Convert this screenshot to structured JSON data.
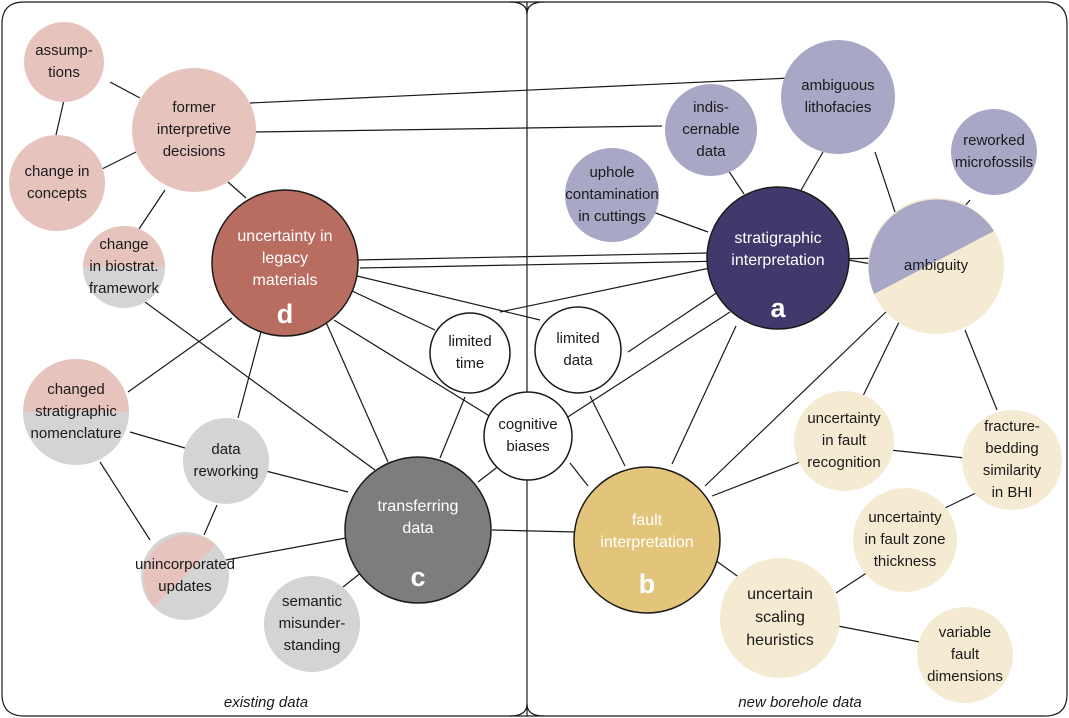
{
  "regions": {
    "left": "existing data",
    "right": "new borehole data"
  },
  "colors": {
    "pink": "#e6c4bd",
    "grey": "#d4d4d4",
    "lavender": "#a8a7c6",
    "cream": "#f5ebd2",
    "rust": "#b96d61",
    "navy": "#403a6c",
    "gold": "#e2c57b",
    "darkgrey": "#7d7d7d"
  },
  "nodes": {
    "d": {
      "lines": [
        "uncertainty in",
        "legacy",
        "materials"
      ],
      "letter": "d"
    },
    "a": {
      "lines": [
        "stratigraphic",
        "interpretation"
      ],
      "letter": "a"
    },
    "b": {
      "lines": [
        "fault",
        "interpretation"
      ],
      "letter": "b"
    },
    "c": {
      "lines": [
        "transferring",
        "data"
      ],
      "letter": "c"
    },
    "limited_time": {
      "lines": [
        "limited",
        "time"
      ]
    },
    "limited_data": {
      "lines": [
        "limited",
        "data"
      ]
    },
    "cognitive_biases": {
      "lines": [
        "cognitive",
        "biases"
      ]
    },
    "assumptions": {
      "lines": [
        "assump-",
        "tions"
      ]
    },
    "change_concepts": {
      "lines": [
        "change in",
        "concepts"
      ]
    },
    "former_decisions": {
      "lines": [
        "former",
        "interpretive",
        "decisions"
      ]
    },
    "change_biostrat": {
      "lines": [
        "change",
        "in biostrat.",
        "framework"
      ]
    },
    "changed_nomenclature": {
      "lines": [
        "changed",
        "stratigraphic",
        "nomenclature"
      ]
    },
    "data_reworking": {
      "lines": [
        "data",
        "reworking"
      ]
    },
    "unincorporated_updates": {
      "lines": [
        "unincorporated",
        "updates"
      ]
    },
    "semantic": {
      "lines": [
        "semantic",
        "misunder-",
        "standing"
      ]
    },
    "uphole": {
      "lines": [
        "uphole",
        "contamination",
        "in cuttings"
      ]
    },
    "indiscernable": {
      "lines": [
        "indis-",
        "cernable",
        "data"
      ]
    },
    "ambiguous_litho": {
      "lines": [
        "ambiguous",
        "lithofacies"
      ]
    },
    "reworked_micro": {
      "lines": [
        "reworked",
        "microfossils"
      ]
    },
    "ambiguity": {
      "lines": [
        "ambiguity"
      ]
    },
    "fault_recognition": {
      "lines": [
        "uncertainty",
        "in fault",
        "recognition"
      ]
    },
    "fracture_bedding": {
      "lines": [
        "fracture-",
        "bedding",
        "similarity",
        "in BHI"
      ]
    },
    "fault_zone": {
      "lines": [
        "uncertainty",
        "in fault zone",
        "thickness"
      ]
    },
    "scaling": {
      "lines": [
        "uncertain",
        "scaling",
        "heuristics"
      ]
    },
    "variable_fault": {
      "lines": [
        "variable",
        "fault",
        "dimensions"
      ]
    }
  }
}
